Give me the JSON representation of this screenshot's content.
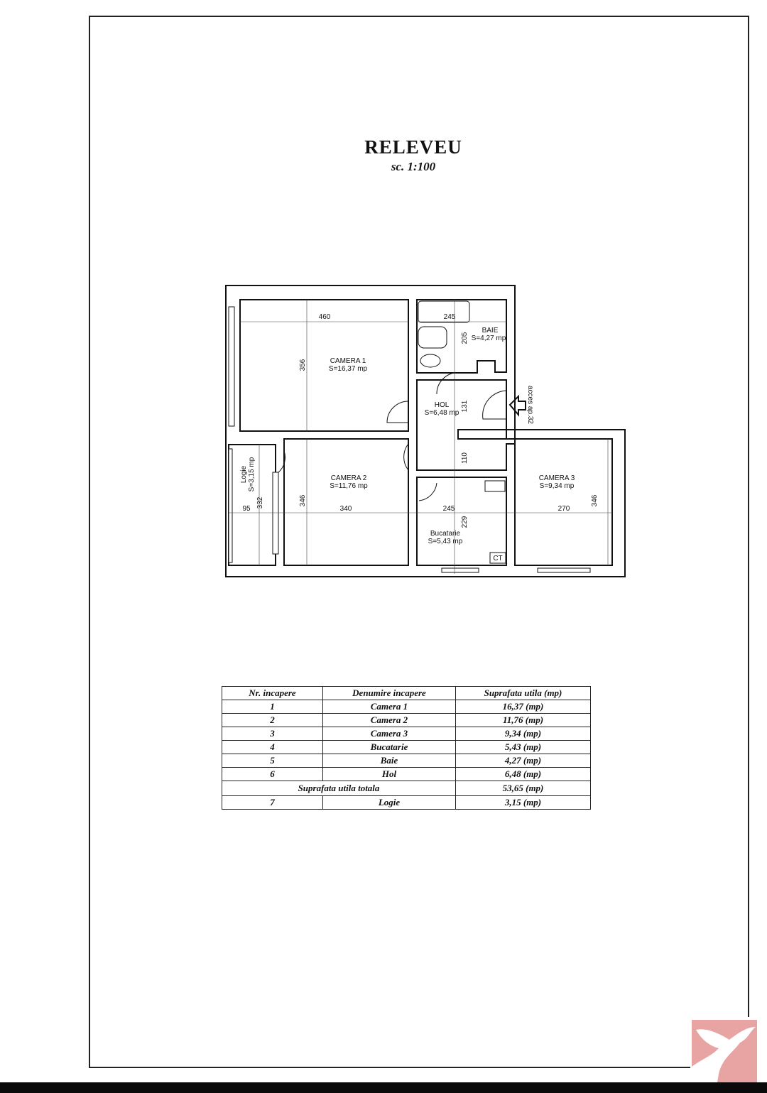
{
  "document": {
    "title": "RELEVEU",
    "scale": "sc. 1:100"
  },
  "plan": {
    "rooms": {
      "camera1": {
        "name": "CAMERA 1",
        "area": "S=16,37 mp"
      },
      "baie": {
        "name": "BAIE",
        "area": "S=4,27 mp"
      },
      "hol": {
        "name": "HOL",
        "area": "S=6,48 mp"
      },
      "camera2": {
        "name": "CAMERA 2",
        "area": "S=11,76 mp"
      },
      "camera3": {
        "name": "CAMERA 3",
        "area": "S=9,34 mp"
      },
      "bucatarie": {
        "name": "Bucatarie",
        "area": "S=5,43 mp"
      },
      "logie": {
        "name": "Logie",
        "area": "S=3,15 mp"
      }
    },
    "dimensions": {
      "camera1_width": "460",
      "camera1_depth": "356",
      "baie_width": "245",
      "baie_depth": "205",
      "hol_upper": "131",
      "hol_lower": "110",
      "logie_width": "95",
      "logie_depth": "332",
      "camera2_width": "340",
      "camera2_depth": "346",
      "bucatarie_width": "245",
      "bucatarie_depth": "229",
      "camera3_width": "270",
      "camera3_depth": "346"
    },
    "ct_label": "CT",
    "access_label": "acces ap.32"
  },
  "table": {
    "headers": [
      "Nr. incapere",
      "Denumire incapere",
      "Suprafata utila (mp)"
    ],
    "rows": [
      [
        "1",
        "Camera 1",
        "16,37 (mp)"
      ],
      [
        "2",
        "Camera 2",
        "11,76 (mp)"
      ],
      [
        "3",
        "Camera 3",
        "9,34 (mp)"
      ],
      [
        "4",
        "Bucatarie",
        "5,43 (mp)"
      ],
      [
        "5",
        "Baie",
        "4,27 (mp)"
      ],
      [
        "6",
        "Hol",
        "6,48 (mp)"
      ]
    ],
    "total": {
      "label": "Suprafata utila totala",
      "value": "53,65 (mp)"
    },
    "extra_row": [
      "7",
      "Logie",
      "3,15 (mp)"
    ]
  },
  "logo": {
    "color": "#e8a3a3"
  }
}
